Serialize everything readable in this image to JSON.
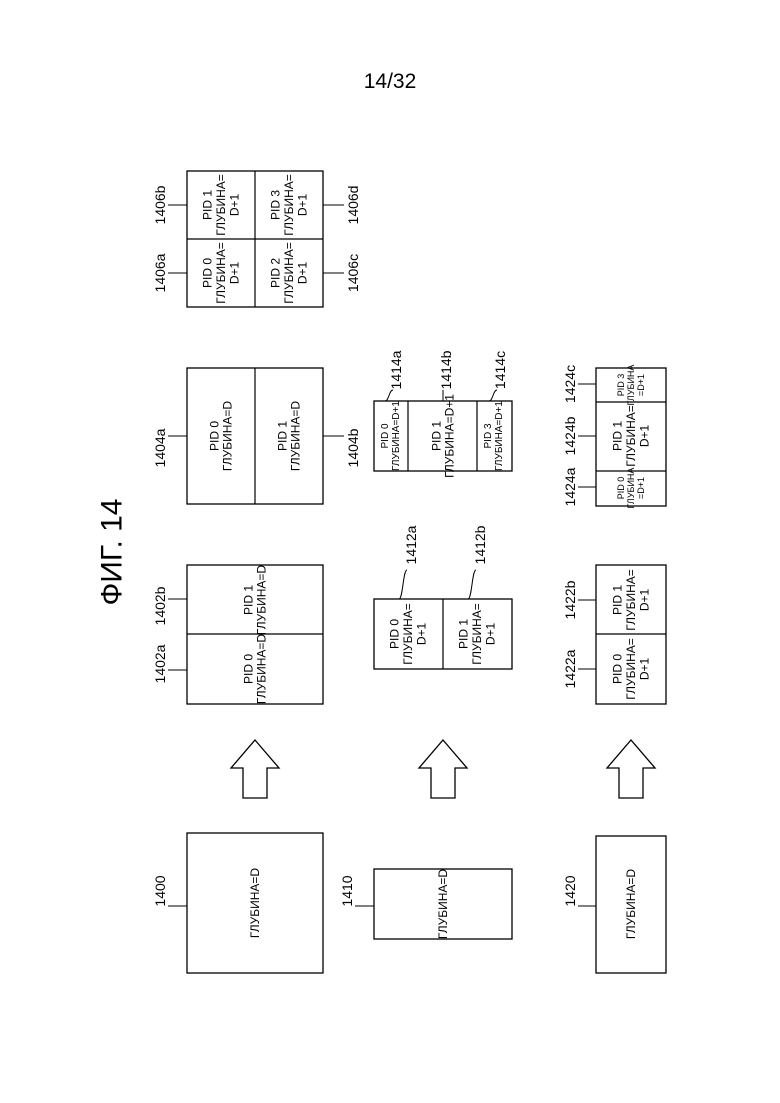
{
  "page_number": "14/32",
  "figure_title": "ФИГ. 14",
  "blocks": {
    "b1400": {
      "ref": "1400",
      "cells": [
        {
          "lines": [
            "ГЛУБИНА=D"
          ]
        }
      ]
    },
    "b1402": {
      "refs": [
        "1402a",
        "1402b"
      ],
      "cells": [
        {
          "lines": [
            "PID 0",
            "ГЛУБИНА=D"
          ]
        },
        {
          "lines": [
            "PID 1",
            "ГЛУБИНА=D"
          ]
        }
      ]
    },
    "b1404": {
      "refs": [
        "1404a",
        "1404b"
      ],
      "cells": [
        {
          "lines": [
            "PID 0",
            "ГЛУБИНА=D"
          ]
        },
        {
          "lines": [
            "PID 1",
            "ГЛУБИНА=D"
          ]
        }
      ]
    },
    "b1406": {
      "refs": [
        "1406a",
        "1406b",
        "1406c",
        "1406d"
      ],
      "cells": [
        {
          "lines": [
            "PID 0",
            "ГЛУБИНА=",
            "D+1"
          ]
        },
        {
          "lines": [
            "PID 1",
            "ГЛУБИНА=",
            "D+1"
          ]
        },
        {
          "lines": [
            "PID 2",
            "ГЛУБИНА=",
            "D+1"
          ]
        },
        {
          "lines": [
            "PID 3",
            "ГЛУБИНА=",
            "D+1"
          ]
        }
      ]
    },
    "b1410": {
      "ref": "1410",
      "cells": [
        {
          "lines": [
            "ГЛУБИНА=D"
          ]
        }
      ]
    },
    "b1412": {
      "refs": [
        "1412a",
        "1412b"
      ],
      "cells": [
        {
          "lines": [
            "PID 0",
            "ГЛУБИНА=",
            "D+1"
          ]
        },
        {
          "lines": [
            "PID 1",
            "ГЛУБИНА=",
            "D+1"
          ]
        }
      ]
    },
    "b1414": {
      "refs": [
        "1414a",
        "1414b",
        "1414c"
      ],
      "cells": [
        {
          "lines": [
            "PID 0",
            "ГЛУБИНА=D+1"
          ]
        },
        {
          "lines": [
            "PID 1",
            "ГЛУБИНА=D+1"
          ]
        },
        {
          "lines": [
            "PID 3",
            "ГЛУБИНА=D+1"
          ]
        }
      ]
    },
    "b1420": {
      "ref": "1420",
      "cells": [
        {
          "lines": [
            "ГЛУБИНА=D"
          ]
        }
      ]
    },
    "b1422": {
      "refs": [
        "1422a",
        "1422b"
      ],
      "cells": [
        {
          "lines": [
            "PID 0",
            "ГЛУБИНА=",
            "D+1"
          ]
        },
        {
          "lines": [
            "PID 1",
            "ГЛУБИНА=",
            "D+1"
          ]
        }
      ]
    },
    "b1424": {
      "refs": [
        "1424a",
        "1424b",
        "1424c"
      ],
      "cells": [
        {
          "lines": [
            "PID 0",
            "ГЛУБИНА",
            "=D+1"
          ]
        },
        {
          "lines": [
            "PID 1",
            "ГЛУБИНА=",
            "D+1"
          ]
        },
        {
          "lines": [
            "PID 3",
            "ГЛУБИНА",
            "=D+1"
          ]
        }
      ]
    }
  }
}
